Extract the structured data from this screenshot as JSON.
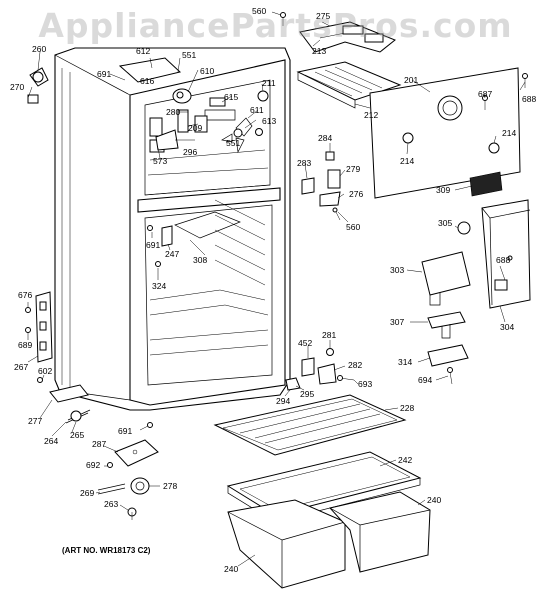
{
  "watermark": "AppliancePartsPros.com",
  "art_number": "(ART NO. WR18173 C2)",
  "callouts": {
    "c560a": "560",
    "c275": "275",
    "c213": "213",
    "c260": "260",
    "c612": "612",
    "c551a": "551",
    "c610": "610",
    "c691a": "691",
    "c270": "270",
    "c616": "616",
    "c211": "211",
    "c201": "201",
    "c688a": "688",
    "c687": "687",
    "c212": "212",
    "c280": "280",
    "c615": "615",
    "c611": "611",
    "c209": "209",
    "c613": "613",
    "c296": "296",
    "c551b": "551",
    "c573": "573",
    "c214a": "214",
    "c214b": "214",
    "c284": "284",
    "c283": "283",
    "c279": "279",
    "c276": "276",
    "c560b": "560",
    "c309": "309",
    "c305": "305",
    "c691b": "691",
    "c247": "247",
    "c308": "308",
    "c324": "324",
    "c303": "303",
    "c688b": "688",
    "c676": "676",
    "c689": "689",
    "c267": "267",
    "c602": "602",
    "c307": "307",
    "c304": "304",
    "c281": "281",
    "c452": "452",
    "c282": "282",
    "c314": "314",
    "c693": "693",
    "c694": "694",
    "c295": "295",
    "c294": "294",
    "c277": "277",
    "c264": "264",
    "c265": "265",
    "c228": "228",
    "c691c": "691",
    "c287": "287",
    "c692": "692",
    "c242": "242",
    "c269": "269",
    "c278": "278",
    "c263": "263",
    "c240a": "240",
    "c240b": "240"
  }
}
